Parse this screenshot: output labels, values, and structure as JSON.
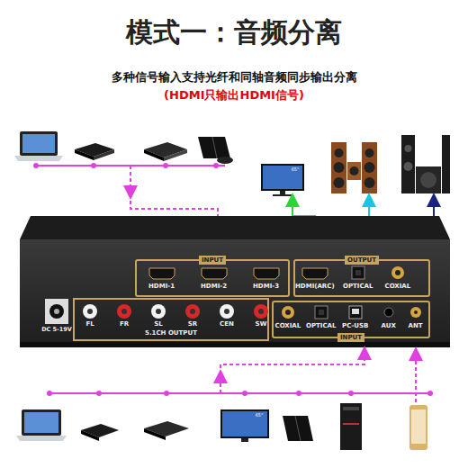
{
  "diagram": {
    "title": "模式一：音频分离",
    "nodes": [
      {
        "text": [
          "INPUT"
        ]
      },
      {
        "text": [
          "HDMI-1"
        ],
        "in": 0
      },
      {
        "text": [
          "HDMI-2"
        ],
        "in": 0
      },
      {
        "text": [
          "HDMI-3"
        ],
        "in": 0
      },
      {
        "text": [
          "OUTPUT"
        ]
      },
      {
        "text": [
          "HDMI(ARC)"
        ],
        "in": 4
      },
      {
        "text": [
          "OPTICAL"
        ],
        "in": 4
      },
      {
        "text": [
          "COXIAL"
        ],
        "in": 4
      },
      {
        "text": [
          "INPUT"
        ]
      },
      {
        "text": [
          "COXIAL"
        ],
        "in": 8
      },
      {
        "text": [
          "OPTICAL"
        ],
        "in": 8
      },
      {
        "text": [
          "PC-USB"
        ],
        "in": 8
      },
      {
        "text": [
          "AUX"
        ],
        "in": 8
      },
      {
        "text": [
          "ANT"
        ],
        "in": 8
      }
    ],
    "labels": [
      "多种信号输入支持光纤和同轴音频同步输出分离",
      "(HDMI只输出HDMI信号)",
      "DC 5-19V",
      "FL",
      "FR",
      "SL",
      "SR",
      "CEN",
      "SW",
      "5.1CH OUTPUT",
      "65\"",
      "65\""
    ]
  }
}
